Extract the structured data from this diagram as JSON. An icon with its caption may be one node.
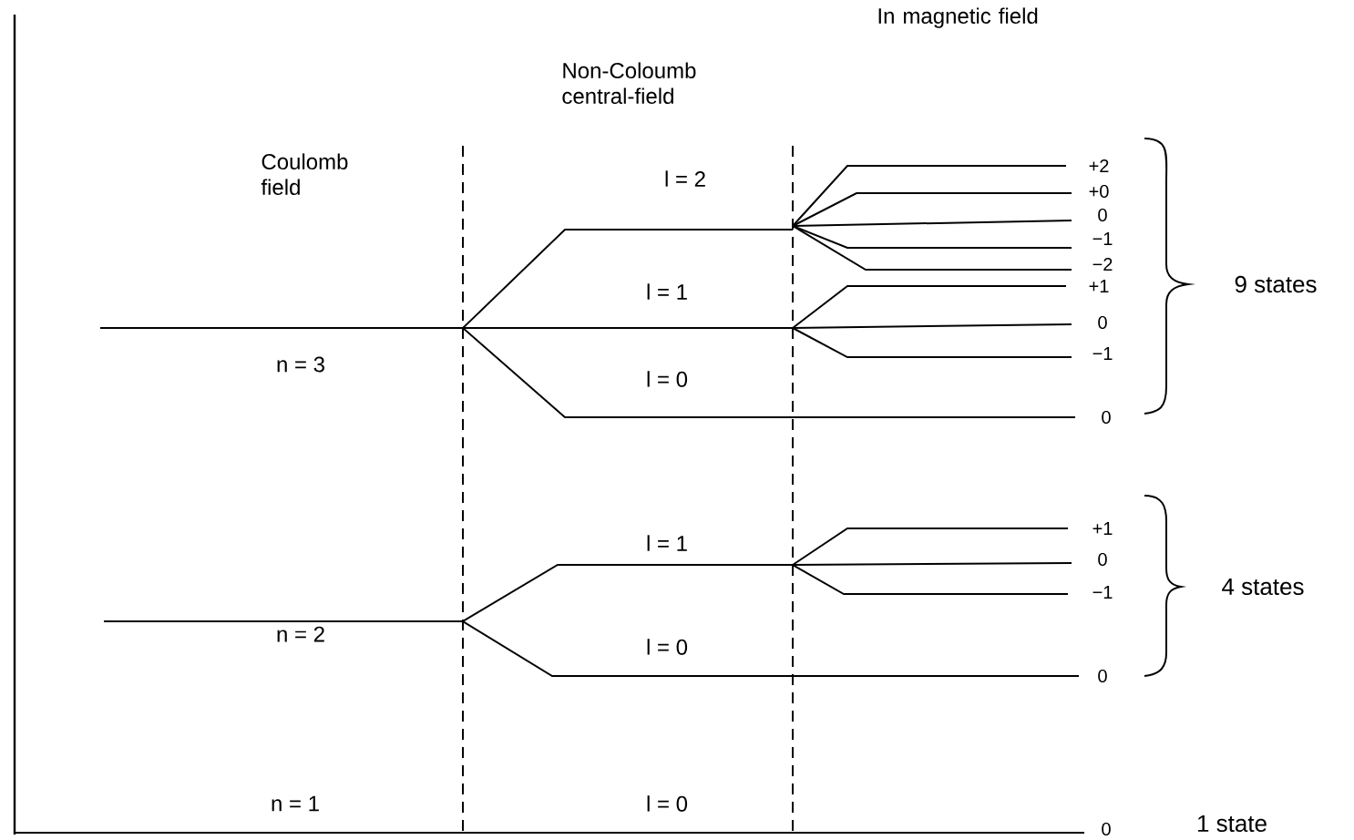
{
  "diagram": {
    "labels": [
      "Coulomb field",
      "Non-Coloumb central-field",
      "In magnetic field",
      "l = 2",
      "+2",
      "+0",
      "0",
      "−1",
      "−2",
      "l = 1",
      "+1",
      "0",
      "−1",
      "9 states",
      "n = 3",
      "l = 0",
      "0",
      "l = 1",
      "+1",
      "0",
      "−1",
      "4 states",
      "n = 2",
      "l = 0",
      "0",
      "n = 1",
      "l = 0",
      "0",
      "1 state"
    ]
  }
}
